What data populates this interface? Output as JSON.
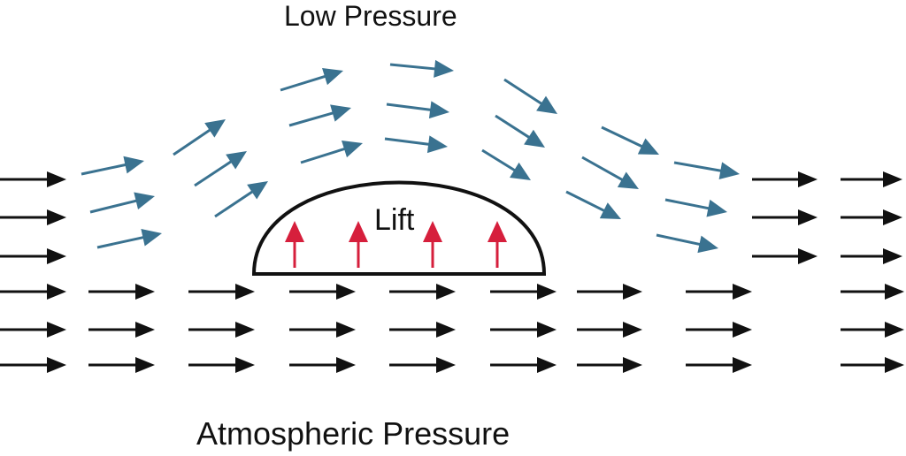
{
  "labels": {
    "top": "Low Pressure",
    "bottom": "Atmospheric Pressure",
    "lift": "Lift"
  },
  "colors": {
    "ambient_flow": "#111111",
    "deflected_flow": "#3a7290",
    "lift": "#d61f3c",
    "airfoil_outline": "#111111",
    "background": "#ffffff"
  },
  "icons": {
    "ambient_flow": "arrow-right-icon",
    "deflected_flow": "arrow-icon",
    "lift": "arrow-up-icon"
  }
}
